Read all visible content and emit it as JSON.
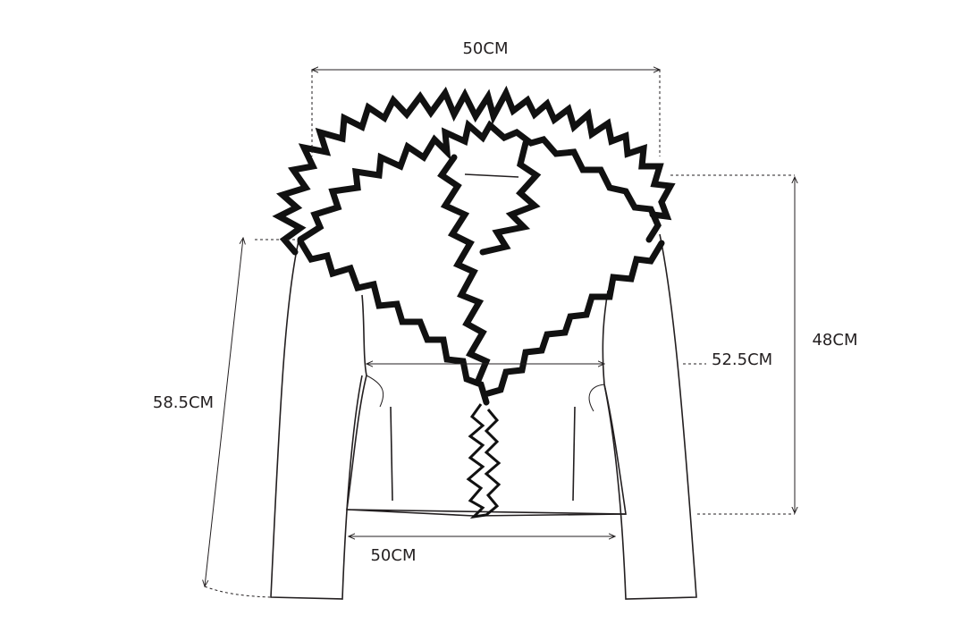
{
  "diagram": {
    "measurements": {
      "shoulder_width": "50CM",
      "chest_width": "52.5CM",
      "hem_width": "50CM",
      "body_length": "48CM",
      "sleeve_length": "58.5CM"
    },
    "colors": {
      "line": "#231f20",
      "background": "#ffffff"
    }
  }
}
